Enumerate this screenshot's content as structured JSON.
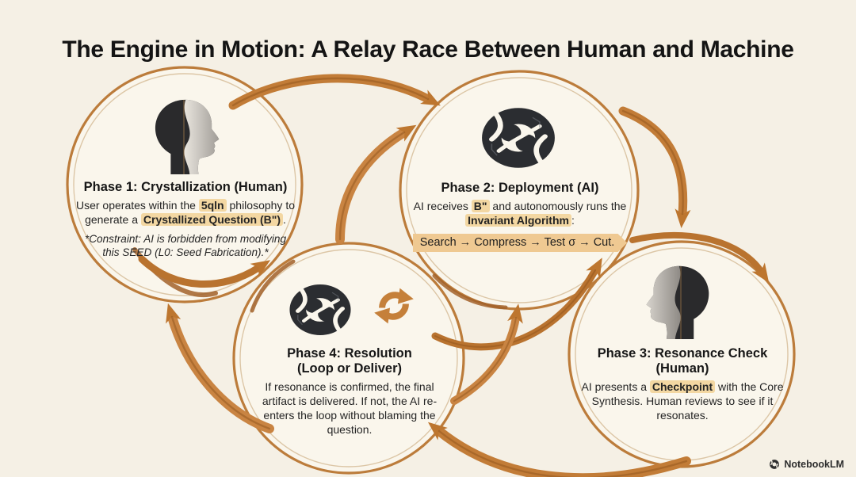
{
  "title": "The Engine in Motion: A Relay Race Between Human and Machine",
  "watermark": {
    "label": "NotebookLM",
    "icon": "notebooklm-swirl-icon"
  },
  "colors": {
    "background": "#F5F0E5",
    "circle_fill": "#FAF6EC",
    "ring": "#BC7C3B",
    "arrow": "#C27C37",
    "arrow_dark": "#8F531C",
    "highlight": "#F3D7A2",
    "pennant": "#EFC992",
    "ink": "#1A1A1A"
  },
  "icons": {
    "phase1": "human-ai-head-right-icon",
    "phase2": "ai-swirl-circuit-icon",
    "phase3": "human-ai-head-left-icon",
    "phase4_logo": "ai-swirl-circuit-icon",
    "phase4_loop": "loop-refresh-icon"
  },
  "phases": {
    "p1": {
      "title": "Phase 1: Crystallization (Human)",
      "seg1": "User operates within the ",
      "seg2": "5qln",
      "seg3": " philosophy to generate a ",
      "seg4": "Crystallized Question (B\")",
      "seg5": ".",
      "note": "*Constraint: AI is forbidden from modifying this SEED (L0: Seed Fabrication).*"
    },
    "p2": {
      "title": "Phase 2: Deployment (AI)",
      "seg1": "AI receives ",
      "seg2": "B\"",
      "seg3": " and autonomously runs the ",
      "seg4": "Invariant Algorithm",
      "seg5": ":",
      "algorithm": "Search → Compress → Test σ → Cut."
    },
    "p3": {
      "title1": "Phase 3: Resonance Check",
      "title2": "(Human)",
      "seg1": "AI presents a ",
      "seg2": "Checkpoint",
      "seg3": " with the Core Synthesis. Human reviews to see if it resonates."
    },
    "p4": {
      "title1": "Phase 4: Resolution",
      "title2": "(Loop or Deliver)",
      "body": "If resonance is confirmed, the final artifact is delivered. If not, the AI re-enters the loop without blaming the question."
    }
  }
}
